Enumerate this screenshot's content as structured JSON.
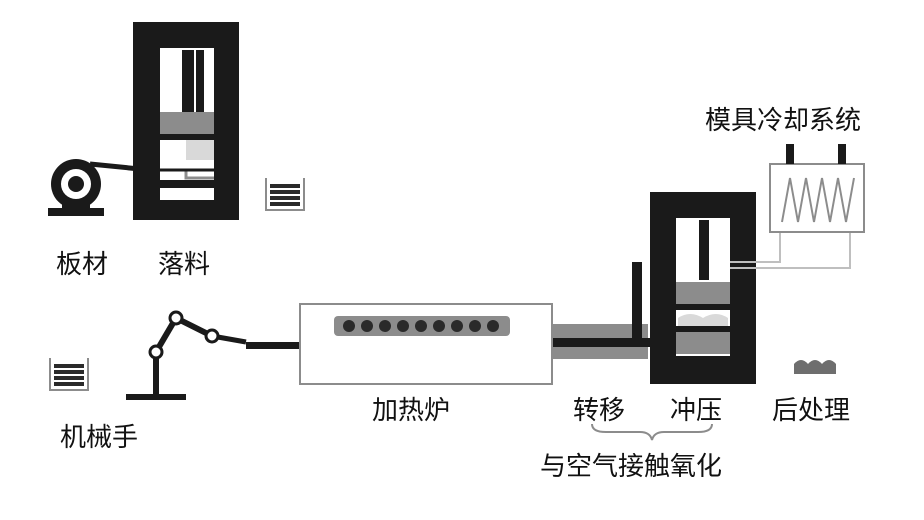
{
  "labels": {
    "plate": "板材",
    "blanking": "落料",
    "die_cooling": "模具冷却系统",
    "robot_arm": "机械手",
    "furnace": "加热炉",
    "transfer": "转移",
    "stamping": "冲压",
    "post_treatment": "后处理",
    "air_contact_oxidation": "与空气接触氧化"
  },
  "icons": {
    "coil": "coil-icon",
    "blanking_press": "blanking-press-icon",
    "blank_stack": "blank-stack-icon",
    "robot": "robot-arm-icon",
    "furnace": "furnace-icon",
    "hot_press": "hot-press-icon",
    "cooling_unit": "cooling-unit-icon",
    "part": "formed-part-icon"
  },
  "colors": {
    "frame": "#1a1a1a",
    "steel_gray": "#8c8c8c",
    "light_gray": "#d9d9d9",
    "background": "#ffffff"
  }
}
